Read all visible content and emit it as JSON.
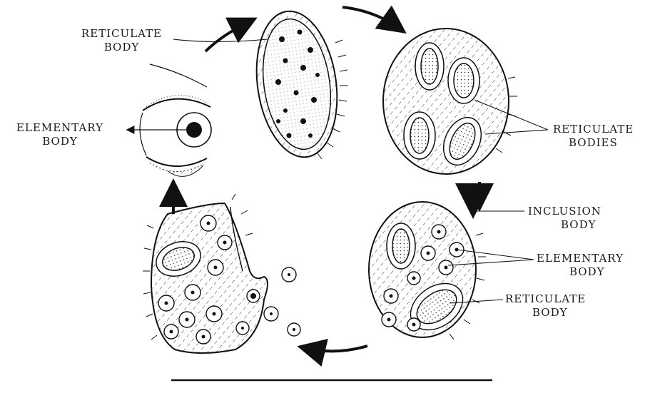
{
  "labels": {
    "reticulate_body_top": {
      "line1": "RETICULATE",
      "line2": "BODY"
    },
    "elementary_body_left": {
      "line1": "ELEMENTARY",
      "line2": "BODY"
    },
    "reticulate_bodies_right": {
      "line1": "RETICULATE",
      "line2": "BODIES"
    },
    "inclusion_body": {
      "line1": "INCLUSION",
      "line2": "BODY"
    },
    "elementary_body_right": {
      "line1": "ELEMENTARY",
      "line2": "BODY"
    },
    "reticulate_body_bottom": {
      "line1": "RETICULATE",
      "line2": "BODY"
    }
  },
  "colors": {
    "ink": "#1a1a1a",
    "background": "#ffffff"
  }
}
